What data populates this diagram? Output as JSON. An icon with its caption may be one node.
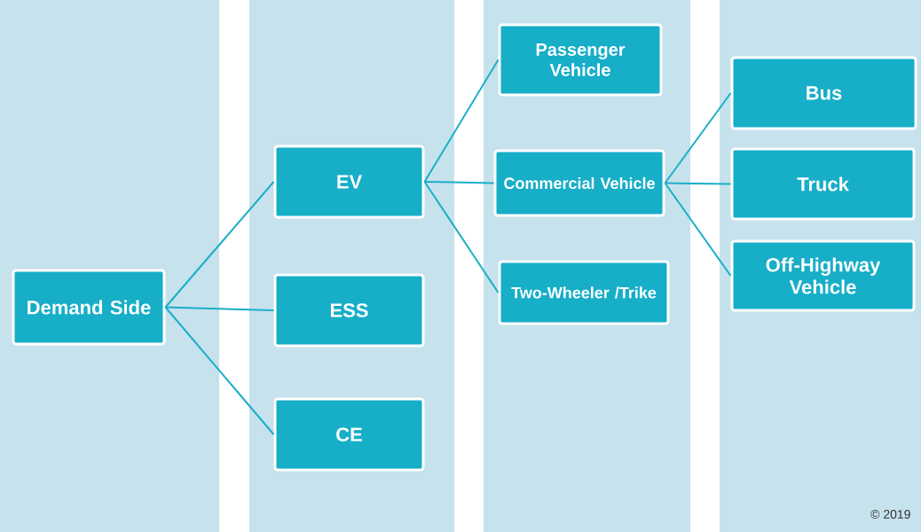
{
  "diagram": {
    "nodes": [
      {
        "text": [
          "Demand Side"
        ]
      },
      {
        "text": [
          "EV"
        ]
      },
      {
        "text": [
          "ESS"
        ]
      },
      {
        "text": [
          "CE"
        ]
      },
      {
        "text": [
          "Passenger Vehicle"
        ]
      },
      {
        "text": [
          "Commercial Vehicle"
        ]
      },
      {
        "text": [
          "Two-Wheeler /Trike"
        ]
      },
      {
        "text": [
          "Bus"
        ]
      },
      {
        "text": [
          "Truck"
        ]
      },
      {
        "text": [
          "Off-Highway Vehicle"
        ]
      }
    ],
    "edges": [
      {
        "from": 0,
        "to": 1,
        "arrow": "none"
      },
      {
        "from": 0,
        "to": 2,
        "arrow": "none"
      },
      {
        "from": 0,
        "to": 3,
        "arrow": "none"
      },
      {
        "from": 1,
        "to": 4,
        "arrow": "none"
      },
      {
        "from": 1,
        "to": 5,
        "arrow": "none"
      },
      {
        "from": 1,
        "to": 6,
        "arrow": "none"
      },
      {
        "from": 5,
        "to": 7,
        "arrow": "none"
      },
      {
        "from": 5,
        "to": 8,
        "arrow": "none"
      },
      {
        "from": 5,
        "to": 9,
        "arrow": "none"
      }
    ],
    "labels": [
      "© 2019"
    ]
  }
}
